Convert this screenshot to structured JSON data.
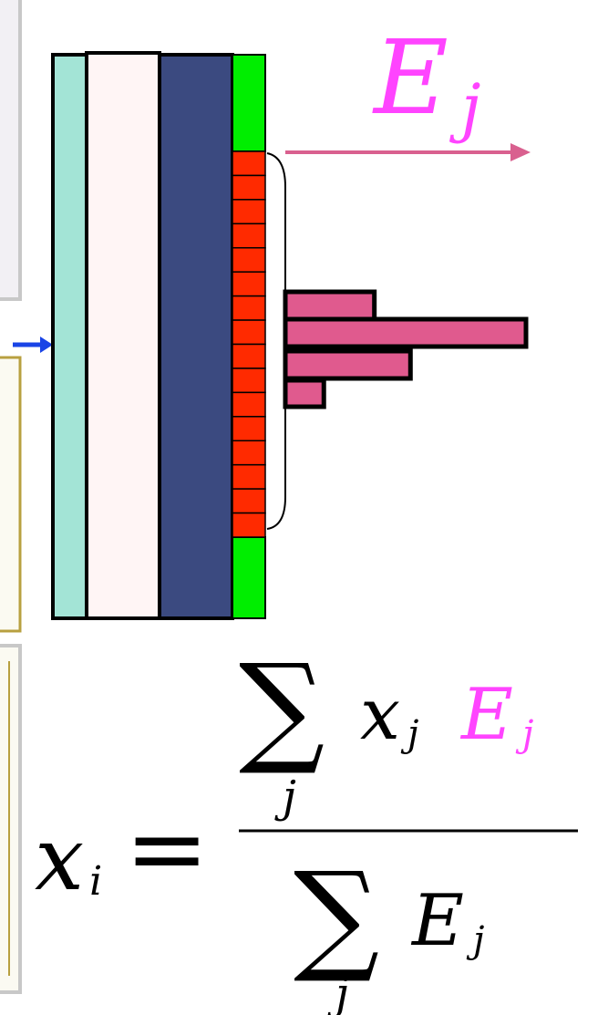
{
  "colors": {
    "magenta_text": "#ff44ff",
    "arrow": "#d9608f",
    "histogram_fill": "#e05a8e",
    "layer1": "#a3e4d6",
    "layer2": "#fff5f5",
    "layer3": "#3b4a80",
    "green": "#00ee00",
    "red_cells": "#ff2a00",
    "blue_arrow": "#1a44e6",
    "panel_border": "#c8c8c8",
    "panel_fill": "#f2f0f4",
    "gold_border": "#b8a040"
  },
  "labels": {
    "energy_symbol": "E",
    "energy_sub": "j"
  },
  "formula": {
    "lhs_var": "x",
    "lhs_sub": "i",
    "equals": "=",
    "sum": "∑",
    "sum_index": "j",
    "num_var": "x",
    "num_var_sub": "j",
    "num_weight": "E",
    "num_weight_sub": "j",
    "den_var": "E",
    "den_var_sub": "j"
  },
  "histogram": {
    "bar_values": [
      0.37,
      1.0,
      0.52,
      0.16
    ]
  },
  "readout_cells": 16
}
